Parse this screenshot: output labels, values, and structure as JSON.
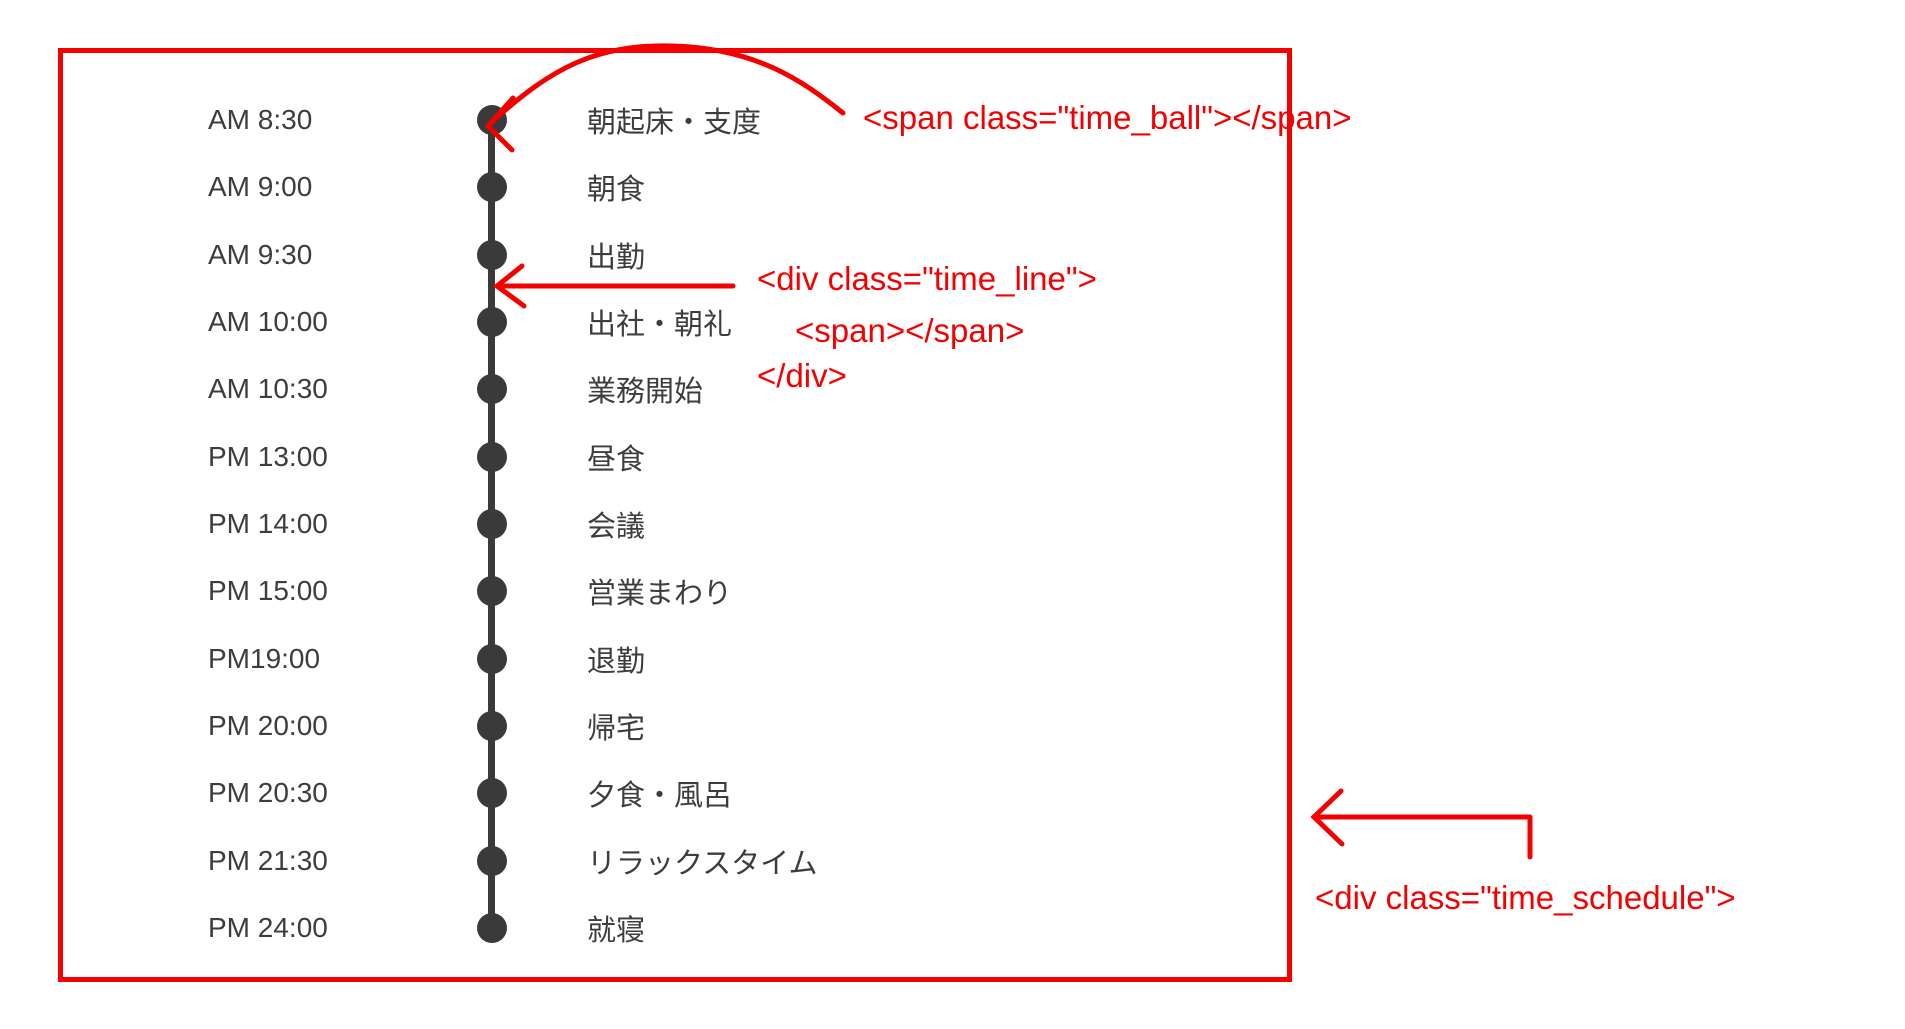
{
  "colors": {
    "annotation_red": "#f40000",
    "timeline_dark": "#3a3a3a",
    "background": "#ffffff"
  },
  "schedule": {
    "rows": [
      {
        "time": "AM 8:30",
        "activity": "朝起床・支度"
      },
      {
        "time": "AM 9:00",
        "activity": "朝食"
      },
      {
        "time": "AM 9:30",
        "activity": "出勤"
      },
      {
        "time": "AM 10:00",
        "activity": "出社・朝礼"
      },
      {
        "time": "AM 10:30",
        "activity": "業務開始"
      },
      {
        "time": "PM 13:00",
        "activity": "昼食"
      },
      {
        "time": "PM 14:00",
        "activity": "会議"
      },
      {
        "time": "PM 15:00",
        "activity": "営業まわり"
      },
      {
        "time": "PM19:00",
        "activity": "退勤"
      },
      {
        "time": "PM 20:00",
        "activity": "帰宅"
      },
      {
        "time": "PM 20:30",
        "activity": "夕食・風呂"
      },
      {
        "time": "PM 21:30",
        "activity": "リラックスタイム"
      },
      {
        "time": "PM 24:00",
        "activity": "就寝"
      }
    ]
  },
  "annotations": {
    "time_ball": {
      "label": "<span class=\"time_ball\"></span>"
    },
    "time_line": {
      "line1": "<div class=\"time_line\">",
      "line2": "<span></span>",
      "line3": "</div>"
    },
    "time_schedule": {
      "label": "<div class=\"time_schedule\">"
    }
  }
}
